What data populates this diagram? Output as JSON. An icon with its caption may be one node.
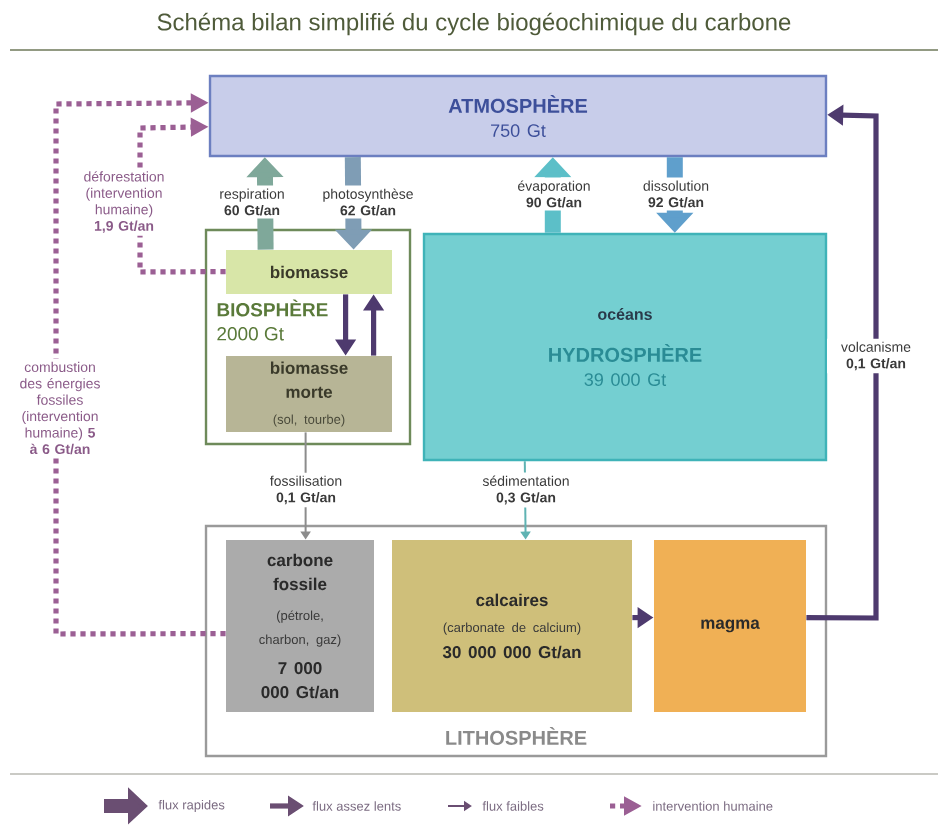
{
  "diagram": {
    "title": "Schéma bilan simplifié du cycle biogéochimique du carbone",
    "nodes": [
      {
        "text": [
          "ATMOSPHÈRE",
          "750 Gt"
        ]
      },
      {
        "text": [
          "BIOSPHÈRE",
          "2000 Gt"
        ]
      },
      {
        "text": [
          "biomasse"
        ],
        "in": 1
      },
      {
        "text": [
          "biomasse morte",
          "(sol, tourbe)"
        ],
        "in": 1
      },
      {
        "text": [
          "océans",
          "HYDROSPHÈRE",
          "39 000 Gt"
        ]
      },
      {
        "text": [
          "LITHOSPHÈRE"
        ]
      },
      {
        "text": [
          "carbone fossile",
          "(pétrole, charbon, gaz)",
          "7 000 000 Gt/an"
        ],
        "in": 5
      },
      {
        "text": [
          "calcaires",
          "(carbonate de calcium)",
          "30 000 000 Gt/an"
        ],
        "in": 5
      },
      {
        "text": [
          "magma"
        ],
        "in": 5
      }
    ],
    "edges": [
      {
        "from": 2,
        "to": 0,
        "arrow": "to",
        "label": "respiration **60 Gt/an**",
        "style": "thick",
        "color": "#7fa89a"
      },
      {
        "from": 0,
        "to": 2,
        "arrow": "to",
        "label": "photosynthèse **62 Gt/an**",
        "style": "thick",
        "color": "#7f9db5"
      },
      {
        "from": 4,
        "to": 0,
        "arrow": "to",
        "label": "évaporation **90 Gt/an**",
        "style": "thick",
        "color": "#5cbfc8"
      },
      {
        "from": 0,
        "to": 4,
        "arrow": "to",
        "label": "dissolution **92 Gt/an**",
        "style": "thick",
        "color": "#5f9fcc"
      },
      {
        "from": 2,
        "to": 3,
        "arrow": "to"
      },
      {
        "from": 3,
        "to": 2,
        "arrow": "to"
      },
      {
        "from": 3,
        "to": 6,
        "arrow": "to",
        "label": "fossilisation **0,1 Gt/an**",
        "color": "#8c8c8c"
      },
      {
        "from": 4,
        "to": 7,
        "arrow": "to",
        "label": "sédimentation **0,3 Gt/an**",
        "color": "#5fb3b3"
      },
      {
        "from": 7,
        "to": 8,
        "arrow": "to"
      },
      {
        "from": 8,
        "to": 0,
        "arrow": "to",
        "label": "volcanisme **0,1 Gt/an**"
      },
      {
        "from": 2,
        "to": 0,
        "arrow": "to",
        "label": "déforestation (intervention humaine) **1,9 Gt/an**",
        "style": "dashed",
        "color": "#9b5f94"
      },
      {
        "from": 6,
        "to": 0,
        "arrow": "to",
        "label": "combustion des énergies fossiles (intervention humaine) **5 à 6 Gt/an**",
        "style": "dashed",
        "color": "#9b5f94"
      }
    ],
    "legend": [
      {
        "text": "flux rapides"
      },
      {
        "text": "flux assez lents"
      },
      {
        "text": "flux faibles"
      },
      {
        "text": "intervention humaine"
      }
    ]
  }
}
